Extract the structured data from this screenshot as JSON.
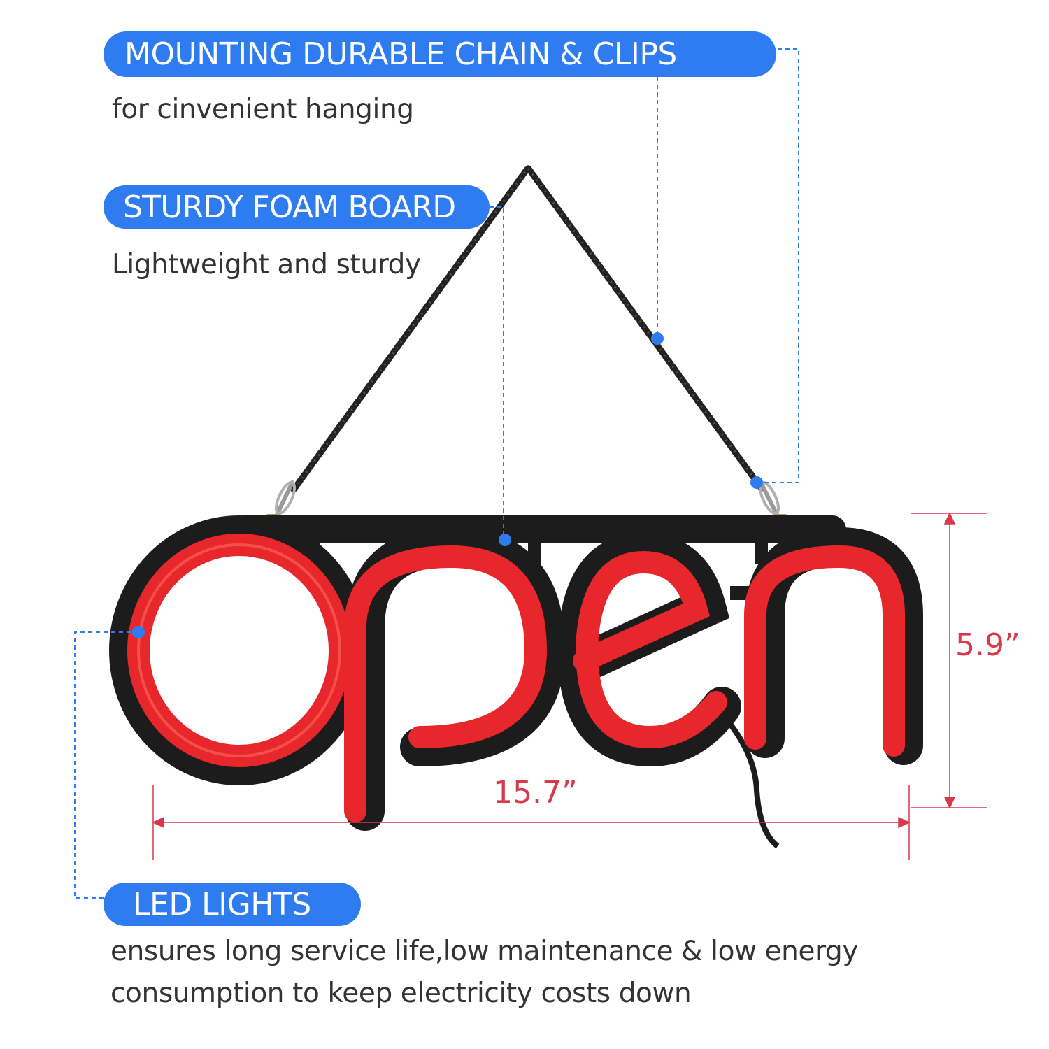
{
  "features": [
    {
      "title": "MOUNTING DURABLE CHAIN & CLIPS",
      "description": "for cinvenient hanging"
    },
    {
      "title": "STURDY FOAM BOARD",
      "description": "Lightweight and sturdy"
    },
    {
      "title": "LED LIGHTS",
      "description_lines": [
        "ensures long service life,low maintenance & low energy",
        "consumption to keep electricity costs down"
      ]
    }
  ],
  "dimensions": {
    "width": "15.7”",
    "height": "5.9”"
  },
  "sign": {
    "text": "open"
  },
  "colors": {
    "accent": "#2f7cf1",
    "neon_red": "#e8272c",
    "dimension_red": "#d8394b",
    "frame": "#1c1c1c"
  }
}
